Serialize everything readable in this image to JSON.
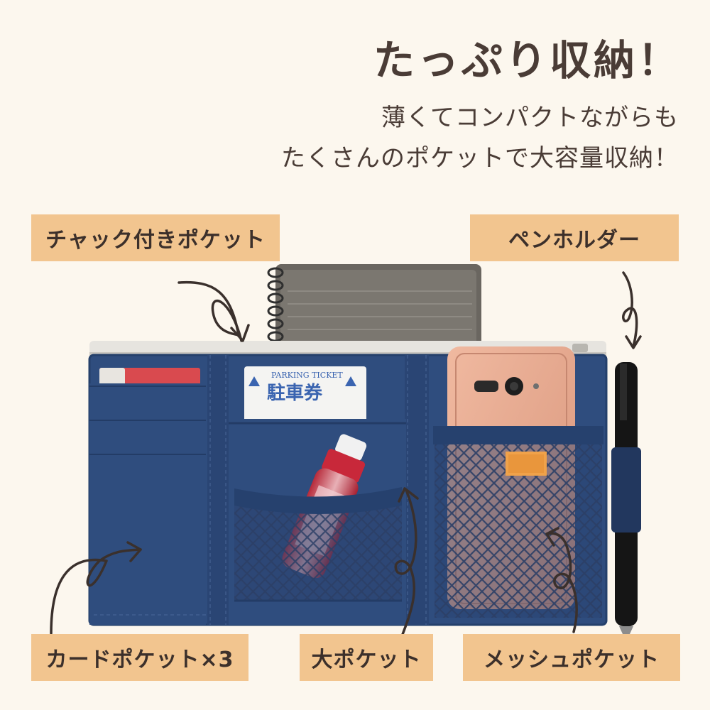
{
  "headline": "たっぷり収納！",
  "subline1": "薄くてコンパクトながらも",
  "subline2": "たくさんのポケットで大容量収納！",
  "labels": {
    "zip_pocket": "チャック付きポケット",
    "pen_holder": "ペンホルダー",
    "card_pocket": "カードポケット×3",
    "large_pocket": "大ポケット",
    "mesh_pocket": "メッシュポケット"
  },
  "ticket": {
    "caption": "PARKING TICKET",
    "title": "駐車券"
  },
  "colors": {
    "background": "#fcf7ee",
    "label_fill": "#f2c58f",
    "text": "#4a3c36",
    "organizer_navy": "#2f4d7e"
  }
}
